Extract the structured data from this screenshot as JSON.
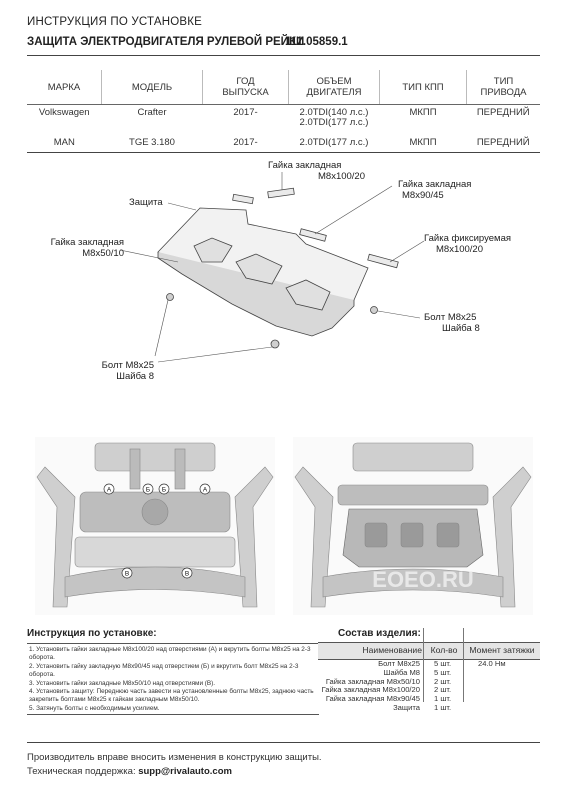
{
  "header": {
    "title_line1": "ИНСТРУКЦИЯ ПО УСТАНОВКЕ",
    "title_line2": "ЗАЩИТА ЭЛЕКТРОДВИГАТЕЛЯ РУЛЕВОЙ РЕЙКИ",
    "article": "111.05859.1"
  },
  "spec_table": {
    "headers": [
      {
        "line1": "МАРКА",
        "line2": ""
      },
      {
        "line1": "МОДЕЛЬ",
        "line2": ""
      },
      {
        "line1": "ГОД",
        "line2": "ВЫПУСКА"
      },
      {
        "line1": "ОБЪЕМ",
        "line2": "ДВИГАТЕЛЯ"
      },
      {
        "line1": "ТИП КПП",
        "line2": ""
      },
      {
        "line1": "ТИП",
        "line2": "ПРИВОДА"
      }
    ],
    "rows": [
      {
        "brand": "Volkswagen",
        "model": "Crafter",
        "year": "2017-",
        "engine1": "2.0TDI(140 л.с.)",
        "engine2": "2.0TDI(177 л.с.)",
        "gearbox": "МКПП",
        "drive": "ПЕРЕДНИЙ"
      },
      {
        "brand": "MAN",
        "model": "TGE 3.180",
        "year": "2017-",
        "engine1": "2.0TDI(177 л.с.)",
        "engine2": "",
        "gearbox": "МКПП",
        "drive": "ПЕРЕДНИЙ"
      }
    ]
  },
  "diagram": {
    "labels": {
      "nut_100_line1": "Гайка закладная",
      "nut_100_line2": "M8x100/20",
      "nut_90_line1": "Гайка закладная",
      "nut_90_line2": "M8x90/45",
      "shield": "Защита",
      "nut_50_line1": "Гайка закладная",
      "nut_50_line2": "M8x50/10",
      "nut_fix_line1": "Гайка фиксируемая",
      "nut_fix_line2": "M8x100/20",
      "bolt_r_line1": "Болт M8x25",
      "bolt_r_line2": "Шайба 8",
      "bolt_l_line1": "Болт M8x25",
      "bolt_l_line2": "Шайба 8"
    }
  },
  "photos": {
    "left_marks": [
      "A",
      "Б",
      "Б",
      "A",
      "B",
      "B"
    ],
    "watermark": "EOEO.RU"
  },
  "instructions": {
    "title": "Инструкция по установке:",
    "steps": [
      "1. Установить гайки закладные M8x100/20 над отверстиями (А) и вкрутить болты M8x25 на 2-3 оборота.",
      "2. Установить гайку закладную M8x90/45 над отверстием (Б) и вкрутить болт M8x25 на 2-3 оборота.",
      "3. Установить гайки закладные M8x50/10 над отверстиями (В).",
      "4. Установить защиту: Переднюю часть завести на установленные болты M8x25, заднюю часть закрепить болтами M8x25 к гайкам закладным M8x50/10.",
      "5. Затянуть болты с необходимым усилием."
    ]
  },
  "kit": {
    "title": "Состав изделия:",
    "headers": {
      "name": "Наименование",
      "qty": "Кол-во",
      "torque": "Момент затяжки"
    },
    "items": [
      {
        "name": "Болт M8x25",
        "qty": "5 шт.",
        "torque": "24.0 Нм"
      },
      {
        "name": "Шайба M8",
        "qty": "5 шт.",
        "torque": ""
      },
      {
        "name": "Гайка закладная M8x50/10",
        "qty": "2 шт.",
        "torque": ""
      },
      {
        "name": "Гайка закладная M8x100/20",
        "qty": "2 шт.",
        "torque": ""
      },
      {
        "name": "Гайка закладная M8x90/45",
        "qty": "1 шт.",
        "torque": ""
      },
      {
        "name": "Защита",
        "qty": "1 шт.",
        "torque": ""
      }
    ]
  },
  "footer": {
    "line1": "Производитель вправе вносить изменения в конструкцию защиты.",
    "support_label": "Техническая поддержка:",
    "support_email": "supp@rivalauto.com"
  }
}
